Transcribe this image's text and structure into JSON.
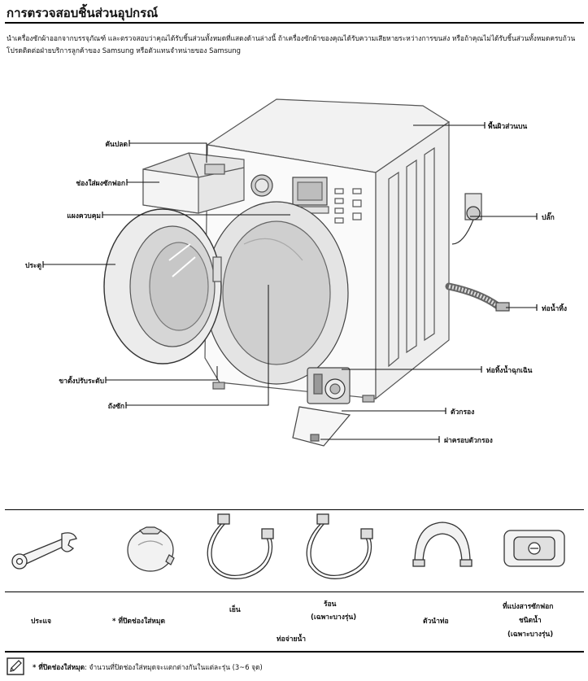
{
  "header": {
    "title": "การตรวจสอบชิ้นส่วนอุปกรณ์",
    "intro": "นำเครื่องซักผ้าออกจากบรรจุภัณฑ์ และตรวจสอบว่าคุณได้รับชิ้นส่วนทั้งหมดที่แสดงด้านล่างนี้ ถ้าเครื่องซักผ้าของคุณได้รับความเสียหายระหว่างการขนส่ง หรือถ้าคุณไม่ได้รับชิ้นส่วนทั้งหมดครบถ้วน โปรดติดต่อฝ่ายบริการลูกค้าของ Samsung หรือตัวแทนจำหน่ายของ Samsung"
  },
  "parts": {
    "detergent_lever": "คันปลด",
    "detergent_drawer": "ช่องใส่ผงซักฟอก",
    "control_panel": "แผงควบคุม",
    "door": "ประตู",
    "leveling_legs": "ขาตั้งปรับระดับ",
    "drum": "ถังซัก",
    "worktop": "พื้นผิวส่วนบน",
    "plug": "ปลั๊ก",
    "drain_hose": "ท่อน้ำทิ้ง",
    "emergency_drain_tube": "ท่อทิ้งน้ำฉุกเฉิน",
    "filter": "ตัวกรอง",
    "filter_cover": "ฝาครอบตัวกรอง"
  },
  "accessories": {
    "spanner": "ประแจ",
    "bolt_cap": "* ที่ปิดช่องใส่หมุด",
    "cold_hose": "เย็น",
    "hot_hose_1": "ร้อน",
    "hot_hose_2": "(เฉพาะบางรุ่น)",
    "water_supply_hose": "ท่อจ่ายน้ำ",
    "hose_guide": "ตัวนำท่อ",
    "liquid_detergent_1": "ที่แบ่งสารซักฟอก",
    "liquid_detergent_2": "ชนิดน้ำ",
    "liquid_detergent_3": "(เฉพาะบางรุ่น)"
  },
  "note": {
    "term": "* ที่ปิดช่องใส่หมุด",
    "text": ": จำนวนที่ปิดช่องใส่หมุดจะแตกต่างกันในแต่ละรุ่น (3~6 จุด)"
  },
  "icons": [
    "note-icon",
    "spanner-icon",
    "bolt-cap-icon",
    "cold-hose-icon",
    "hot-hose-icon",
    "hose-guide-icon",
    "liquid-detergent-icon"
  ]
}
